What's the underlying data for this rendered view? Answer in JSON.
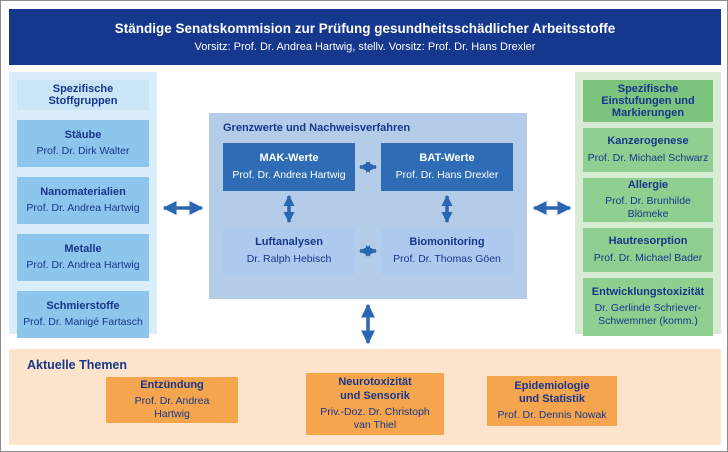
{
  "header": {
    "title": "Ständige Senatskommision zur Prüfung gesundheitsschädlicher Arbeitsstoffe",
    "subtitle": "Vorsitz: Prof. Dr. Andrea Hartwig, stellv. Vorsitz: Prof. Dr. Hans Drexler"
  },
  "left_panel": {
    "title": "Spezifische Stoffgruppen",
    "items": [
      {
        "title": "Stäube",
        "person": "Prof. Dr. Dirk Walter"
      },
      {
        "title": "Nanomaterialien",
        "person": "Prof. Dr. Andrea Hartwig"
      },
      {
        "title": "Metalle",
        "person": "Prof. Dr. Andrea Hartwig"
      },
      {
        "title": "Schmierstoffe",
        "person": "Prof. Dr. Manigé Fartasch"
      }
    ]
  },
  "center_panel": {
    "title": "Grenzwerte und Nachweisverfahren",
    "items": [
      {
        "title": "MAK-Werte",
        "person": "Prof. Dr. Andrea Hartwig"
      },
      {
        "title": "BAT-Werte",
        "person": "Prof. Dr. Hans Drexler"
      },
      {
        "title": "Luftanalysen",
        "person": "Dr. Ralph Hebisch"
      },
      {
        "title": "Biomonitoring",
        "person": "Prof. Dr. Thomas Göen"
      }
    ]
  },
  "right_panel": {
    "title": "Spezifische Einstufungen und Markierungen",
    "items": [
      {
        "title": "Kanzerogenese",
        "person": "Prof. Dr. Michael Schwarz"
      },
      {
        "title": "Allergie",
        "person": "Prof. Dr. Brunhilde Blömeke"
      },
      {
        "title": "Hautresorption",
        "person": "Prof. Dr. Michael Bader"
      },
      {
        "title": "Entwicklungstoxizität",
        "person": "Dr. Gerlinde Schriever-Schwemmer (komm.)"
      }
    ]
  },
  "bottom_panel": {
    "title": "Aktuelle Themen",
    "items": [
      {
        "title": "Entzündung",
        "person": "Prof. Dr. Andrea Hartwig"
      },
      {
        "title": "Neurotoxizität und Sensorik",
        "person": "Priv.-Doz. Dr. Christoph van Thiel"
      },
      {
        "title": "Epidemiologie und Statistik",
        "person": "Prof. Dr. Dennis Nowak"
      }
    ]
  },
  "colors": {
    "header_bg": "#16378e",
    "left_panel_bg": "#d9edfa",
    "left_box_bg": "#8cc6ec",
    "center_panel_bg": "#b5cce9",
    "center_dark_box_bg": "#2e6cb5",
    "center_light_box_bg": "#adc9ee",
    "right_panel_bg": "#d7ecd2",
    "right_band_bg": "#7cc47e",
    "right_box_bg": "#8fd091",
    "bottom_panel_bg": "#fce5cc",
    "bottom_box_bg": "#f4a54e",
    "arrow": "#2b66b0",
    "text_navy": "#17368c",
    "text_white": "#ffffff"
  }
}
